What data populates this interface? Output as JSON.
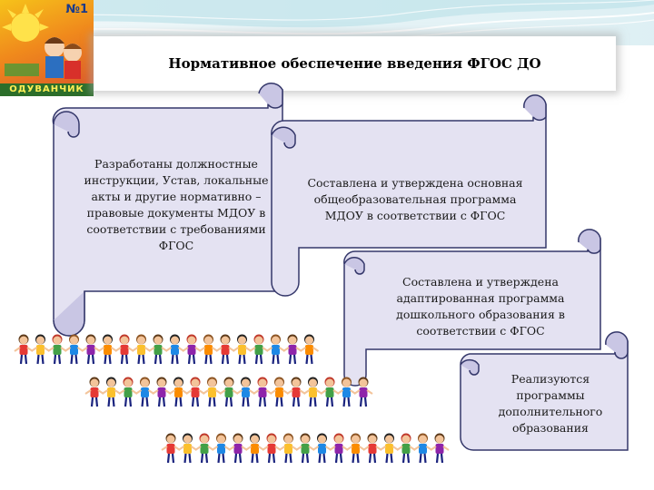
{
  "logo": {
    "number": "№1",
    "name": "ОДУВАНЧИК"
  },
  "title": "Нормативное обеспечение введения ФГОС ДО",
  "colors": {
    "scroll_fill": "#e4e2f2",
    "scroll_stroke": "#34376a",
    "wave": "#b9dde6"
  },
  "scrolls": [
    {
      "text": "Разработаны должностные инструкции, Устав, локальные акты и другие нормативно – правовые документы МДОУ в соответствии с требованиями ФГОС"
    },
    {
      "text": "Составлена и утверждена основная общеобразовательная программа МДОУ в соответствии с ФГОС"
    },
    {
      "text": "Составлена и утверждена адаптированная программа дошкольного образования в соответствии с ФГОС"
    },
    {
      "text": "Реализуются программы дополнительного образования"
    }
  ],
  "decor": {
    "kids_icon": "children-holding-hands-icon"
  }
}
